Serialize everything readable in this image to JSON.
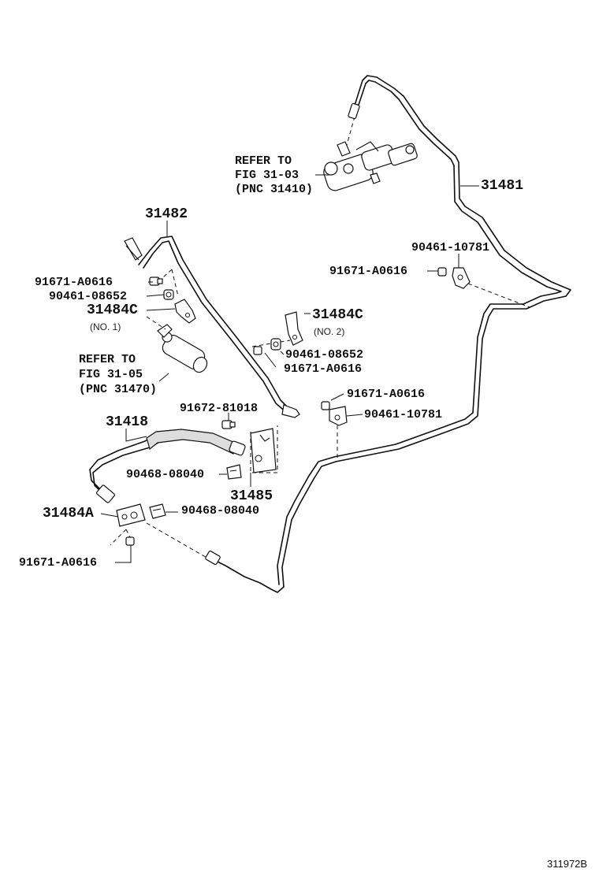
{
  "labels": {
    "refer1": [
      "REFER TO",
      "FIG 31-03",
      "(PNC 31410)"
    ],
    "refer2": [
      "REFER TO",
      "FIG 31-05",
      "(PNC 31470)"
    ],
    "p31481": "31481",
    "p31482": "31482",
    "p31418": "31418",
    "p31485": "31485",
    "p31484a": "31484A",
    "p31484c_1": "31484C",
    "p31484c_1_note": "(NO. 1)",
    "p31484c_2": "31484C",
    "p31484c_2_note": "(NO. 2)",
    "b91671_a0616_top": "91671-A0616",
    "b90461_08652_top": "90461-08652",
    "b90461_10781_right": "90461-10781",
    "b91671_a0616_right": "91671-A0616",
    "b90461_08652_mid": "90461-08652",
    "b91671_a0616_mid": "91671-A0616",
    "b91671_a0616_lowright": "91671-A0616",
    "b90461_10781_lowright": "90461-10781",
    "b91672_81018": "91672-81018",
    "b90468_08040_a": "90468-08040",
    "b90468_08040_b": "90468-08040",
    "b91671_a0616_bottom": "91671-A0616",
    "figure_id": "311972B"
  }
}
